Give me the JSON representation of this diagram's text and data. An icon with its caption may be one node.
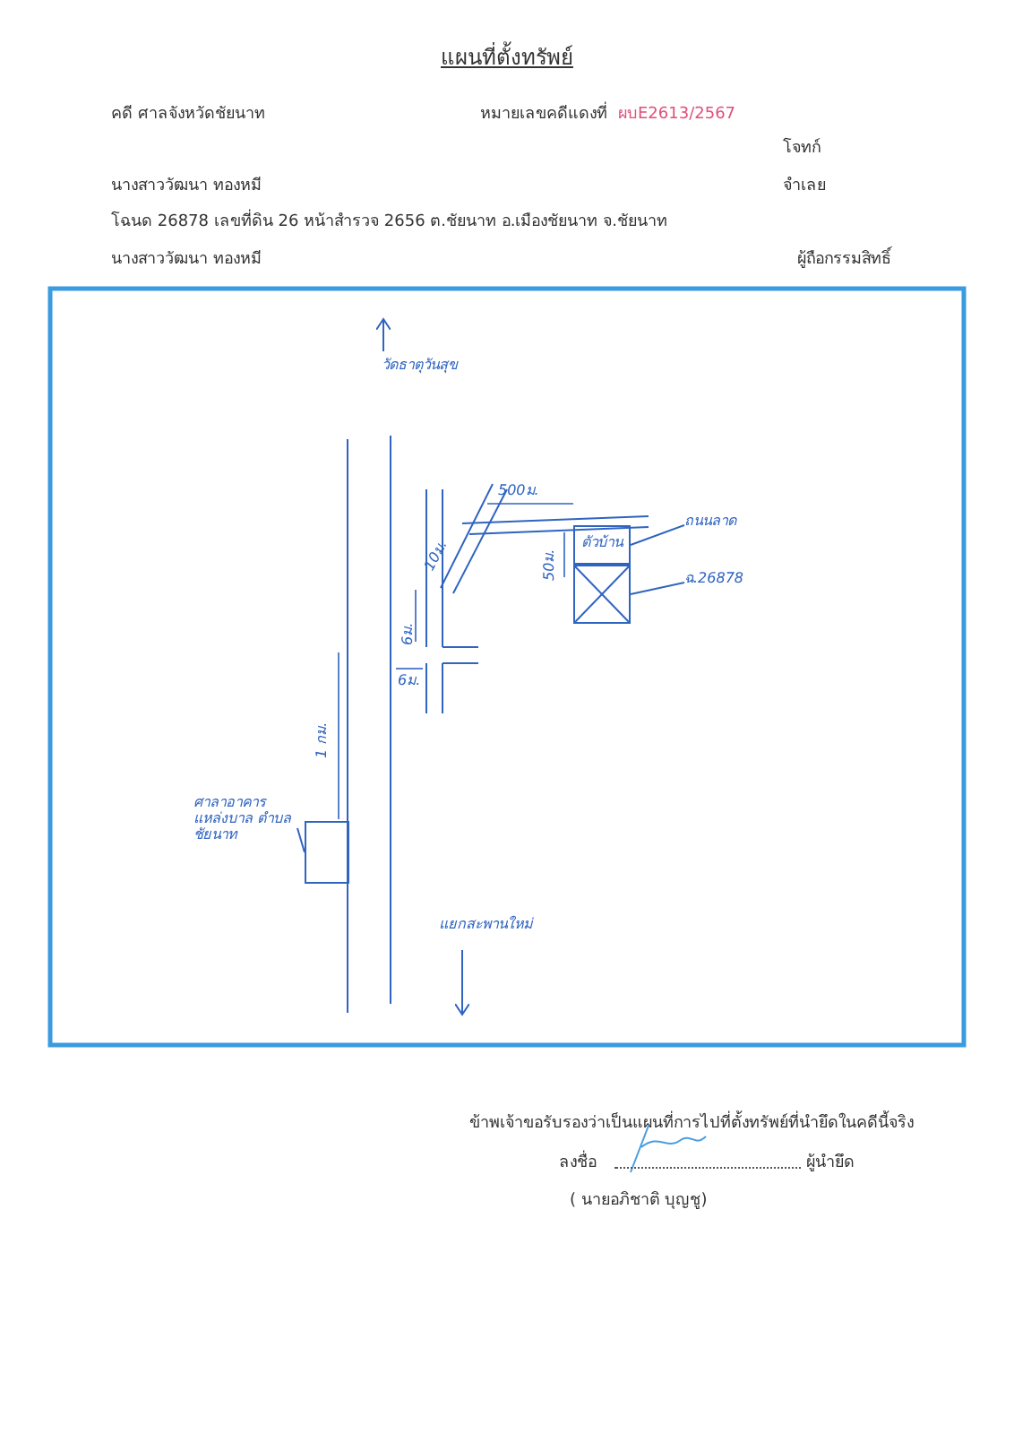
{
  "diagram": {
    "title": "แผนที่ตั้งทรัพย์",
    "nodes": [
      {
        "text": [
          "ถนนลาด"
        ]
      },
      {
        "text": [
          "ตัวบ้าน"
        ]
      },
      {
        "text": [
          "ฉ.26878"
        ]
      },
      {
        "text": [],
        "shape": "box"
      },
      {
        "text": [
          "ศาลาอาคาร แหล่งบาล ตำบลชัยนาท"
        ]
      },
      {
        "text": [],
        "shape": "box"
      }
    ],
    "edges": [
      {
        "from": 0,
        "to": 1,
        "arrow": "none"
      },
      {
        "from": 2,
        "to": 3,
        "arrow": "none"
      },
      {
        "from": 4,
        "to": 5,
        "arrow": "none"
      }
    ],
    "labels": [
      "คดี ศาลจังหวัดชัยนาท",
      "หมายเลขคดีแดงที่",
      "ผบE2613/2567",
      "โจทก์",
      "นางสาววัฒนา ทองหมี",
      "จำเลย",
      "โฉนด 26878  เลขที่ดิน 26  หน้าสำรวจ 2656  ต.ชัยนาท  อ.เมืองชัยนาท  จ.ชัยนาท",
      "นางสาววัฒนา ทองหมี",
      "ผู้ถือกรรมสิทธิ์",
      "วัดธาตุวันสุข",
      "500ม.",
      "10ม.",
      "50ม.",
      "6ม.",
      "6ม.",
      "1 กม.",
      "แยกสะพานใหม่",
      "ข้าพเจ้าขอรับรองว่าเป็นแผนที่การไปที่ตั้งทรัพย์ที่นำยึดในคดีนี้จริง",
      "ลงชื่อ",
      "ผู้นำยึด",
      "( นายอภิชาติ บุญชู)"
    ]
  }
}
